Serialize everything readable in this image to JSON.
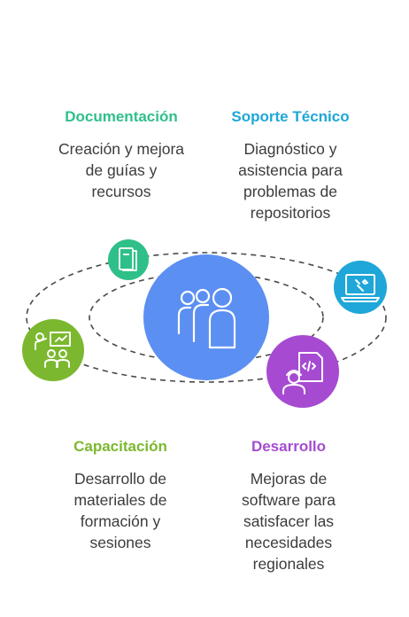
{
  "colors": {
    "documentacion": "#2fc08a",
    "soporte": "#1ea7d8",
    "capacitacion": "#7cb82f",
    "desarrollo": "#a64bd1",
    "center": "#5b8ff2"
  },
  "quadrants": {
    "documentacion": {
      "title": "Documentación",
      "lines": [
        "Creación y mejora",
        "de guías y",
        "recursos"
      ],
      "icon": "document-icon"
    },
    "soporte": {
      "title": "Soporte Técnico",
      "lines": [
        "Diagnóstico y",
        "asistencia para",
        "problemas de",
        "repositorios"
      ],
      "icon": "laptop-tools-icon"
    },
    "capacitacion": {
      "title": "Capacitación",
      "lines": [
        "Desarrollo de",
        "materiales de",
        "formación y",
        "sesiones"
      ],
      "icon": "teacher-presentation-icon"
    },
    "desarrollo": {
      "title": "Desarrollo",
      "lines": [
        "Mejoras de",
        "software para",
        "satisfacer las",
        "necesidades",
        "regionales"
      ],
      "icon": "developer-code-icon"
    }
  },
  "center": {
    "icon": "team-icon"
  }
}
